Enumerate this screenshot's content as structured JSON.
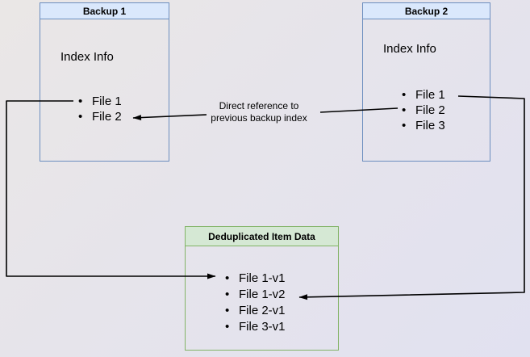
{
  "canvas": {
    "background_start": "#eae7e6",
    "background_end": "#e1e1f0"
  },
  "nodes": {
    "backup1": {
      "title": "Backup 1",
      "body_label": "Index Info",
      "files": [
        "File 1",
        "File 2"
      ],
      "header_fill": "#dae8fc",
      "border_color": "#6c8ebf"
    },
    "backup2": {
      "title": "Backup 2",
      "body_label": "Index Info",
      "files": [
        "File 1",
        "File 2",
        "File 3"
      ],
      "header_fill": "#dae8fc",
      "border_color": "#6c8ebf"
    },
    "dedup": {
      "title": "Deduplicated Item Data",
      "files": [
        "File 1-v1",
        "File 1-v2",
        "File 2-v1",
        "File 3-v1"
      ],
      "header_fill": "#d5e8d4",
      "border_color": "#82b366"
    }
  },
  "edges": {
    "line_color": "#000000",
    "direct_reference": {
      "label": "Direct reference to\nprevious backup index"
    }
  }
}
